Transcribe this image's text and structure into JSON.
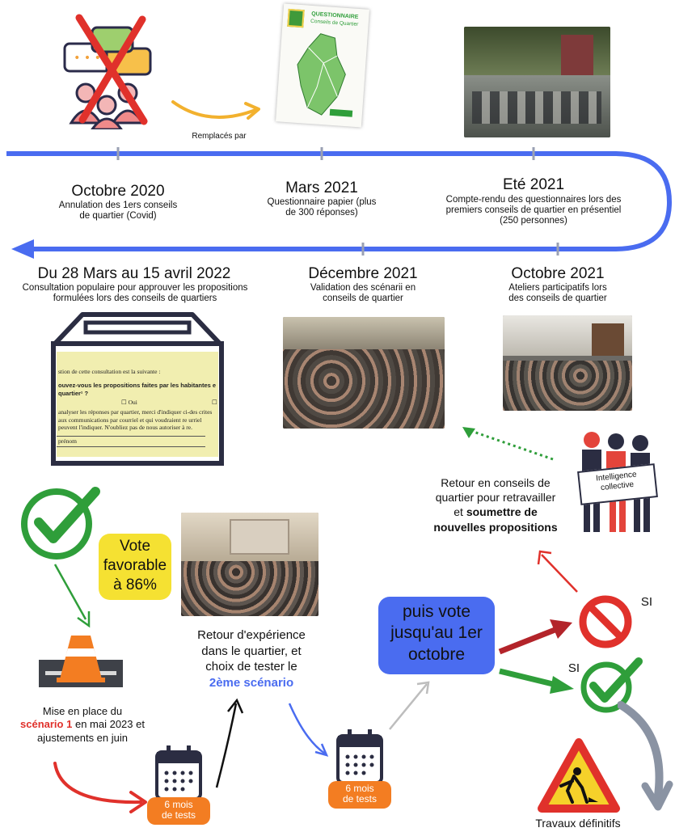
{
  "colors": {
    "timeline": "#4a6cf0",
    "orange": "#f37d22",
    "green": "#2f9e3a",
    "red": "#e0312b",
    "yellow": "#f5e132",
    "blue_box": "#4a6cf0"
  },
  "icons": [
    "chat-bubbles-icon",
    "red-cross-icon",
    "curved-arrow-icon",
    "ballot-box-icon",
    "green-check-icon",
    "traffic-cone-icon",
    "calendar-icon",
    "stop-sign-icon",
    "roadwork-sign-icon",
    "collective-people-icon"
  ],
  "top": {
    "replaced_by": "Remplacés par"
  },
  "questionnaire_doc": {
    "title": "QUESTIONNAIRE",
    "subtitle": "Conseils de Quartier"
  },
  "milestones": [
    {
      "date": "Octobre 2020",
      "text": "Annulation des 1ers conseils de quartier (Covid)"
    },
    {
      "date": "Mars 2021",
      "text": "Questionnaire papier (plus de 300 réponses)"
    },
    {
      "date": "Eté 2021",
      "text": "Compte-rendu des questionnaires lors des premiers conseils de quartier en présentiel (250 personnes)"
    },
    {
      "date": "Octobre 2021",
      "text": "Ateliers participatifs lors des conseils de quartier"
    },
    {
      "date": "Décembre 2021",
      "text": "Validation des scénarii en conseils de quartier"
    },
    {
      "date": "Du 28 Mars au 15 avril 2022",
      "text": "Consultation populaire pour approuver les propositions formulées lors des conseils de quartiers"
    }
  ],
  "ballot_doc": {
    "line1": "stion de cette consultation est la suivante :",
    "question": "ouvez-vous les propositions faites par les habitantes e quartier¹ ?",
    "oui": "☐ Oui",
    "box": "☐",
    "body": "analyser les réponses par quartier, merci d'indiquer ci-des crites aux communications par courriel et qui voudraient re urriel peuvent l'indiquer. N'oubliez pas de nous autoriser à re.",
    "field": "prénom"
  },
  "vote": {
    "line1": "Vote",
    "line2": "favorable",
    "line3": "à 86%"
  },
  "scenario1": {
    "pre": "Mise en place du",
    "highlight": "scénario 1",
    "post": "en mai 2023 et ajustements en juin"
  },
  "tests_badge": {
    "line1": "6 mois",
    "line2": "de tests"
  },
  "feedback": {
    "line1": "Retour d'expérience",
    "line2": "dans le quartier, et",
    "line3": "choix de tester le",
    "highlight": "2ème scénario"
  },
  "vote2": {
    "line1": "puis vote",
    "line2": "jusqu'au 1er",
    "line3": "octobre"
  },
  "si": "SI",
  "return": {
    "line1": "Retour en conseils de",
    "line2": "quartier pour retravailler",
    "line3_pre": "et",
    "line3_bold": "soumettre de",
    "line4": "nouvelles propositions"
  },
  "intelligence": "Intelligence collective",
  "final_works": "Travaux définitifs"
}
